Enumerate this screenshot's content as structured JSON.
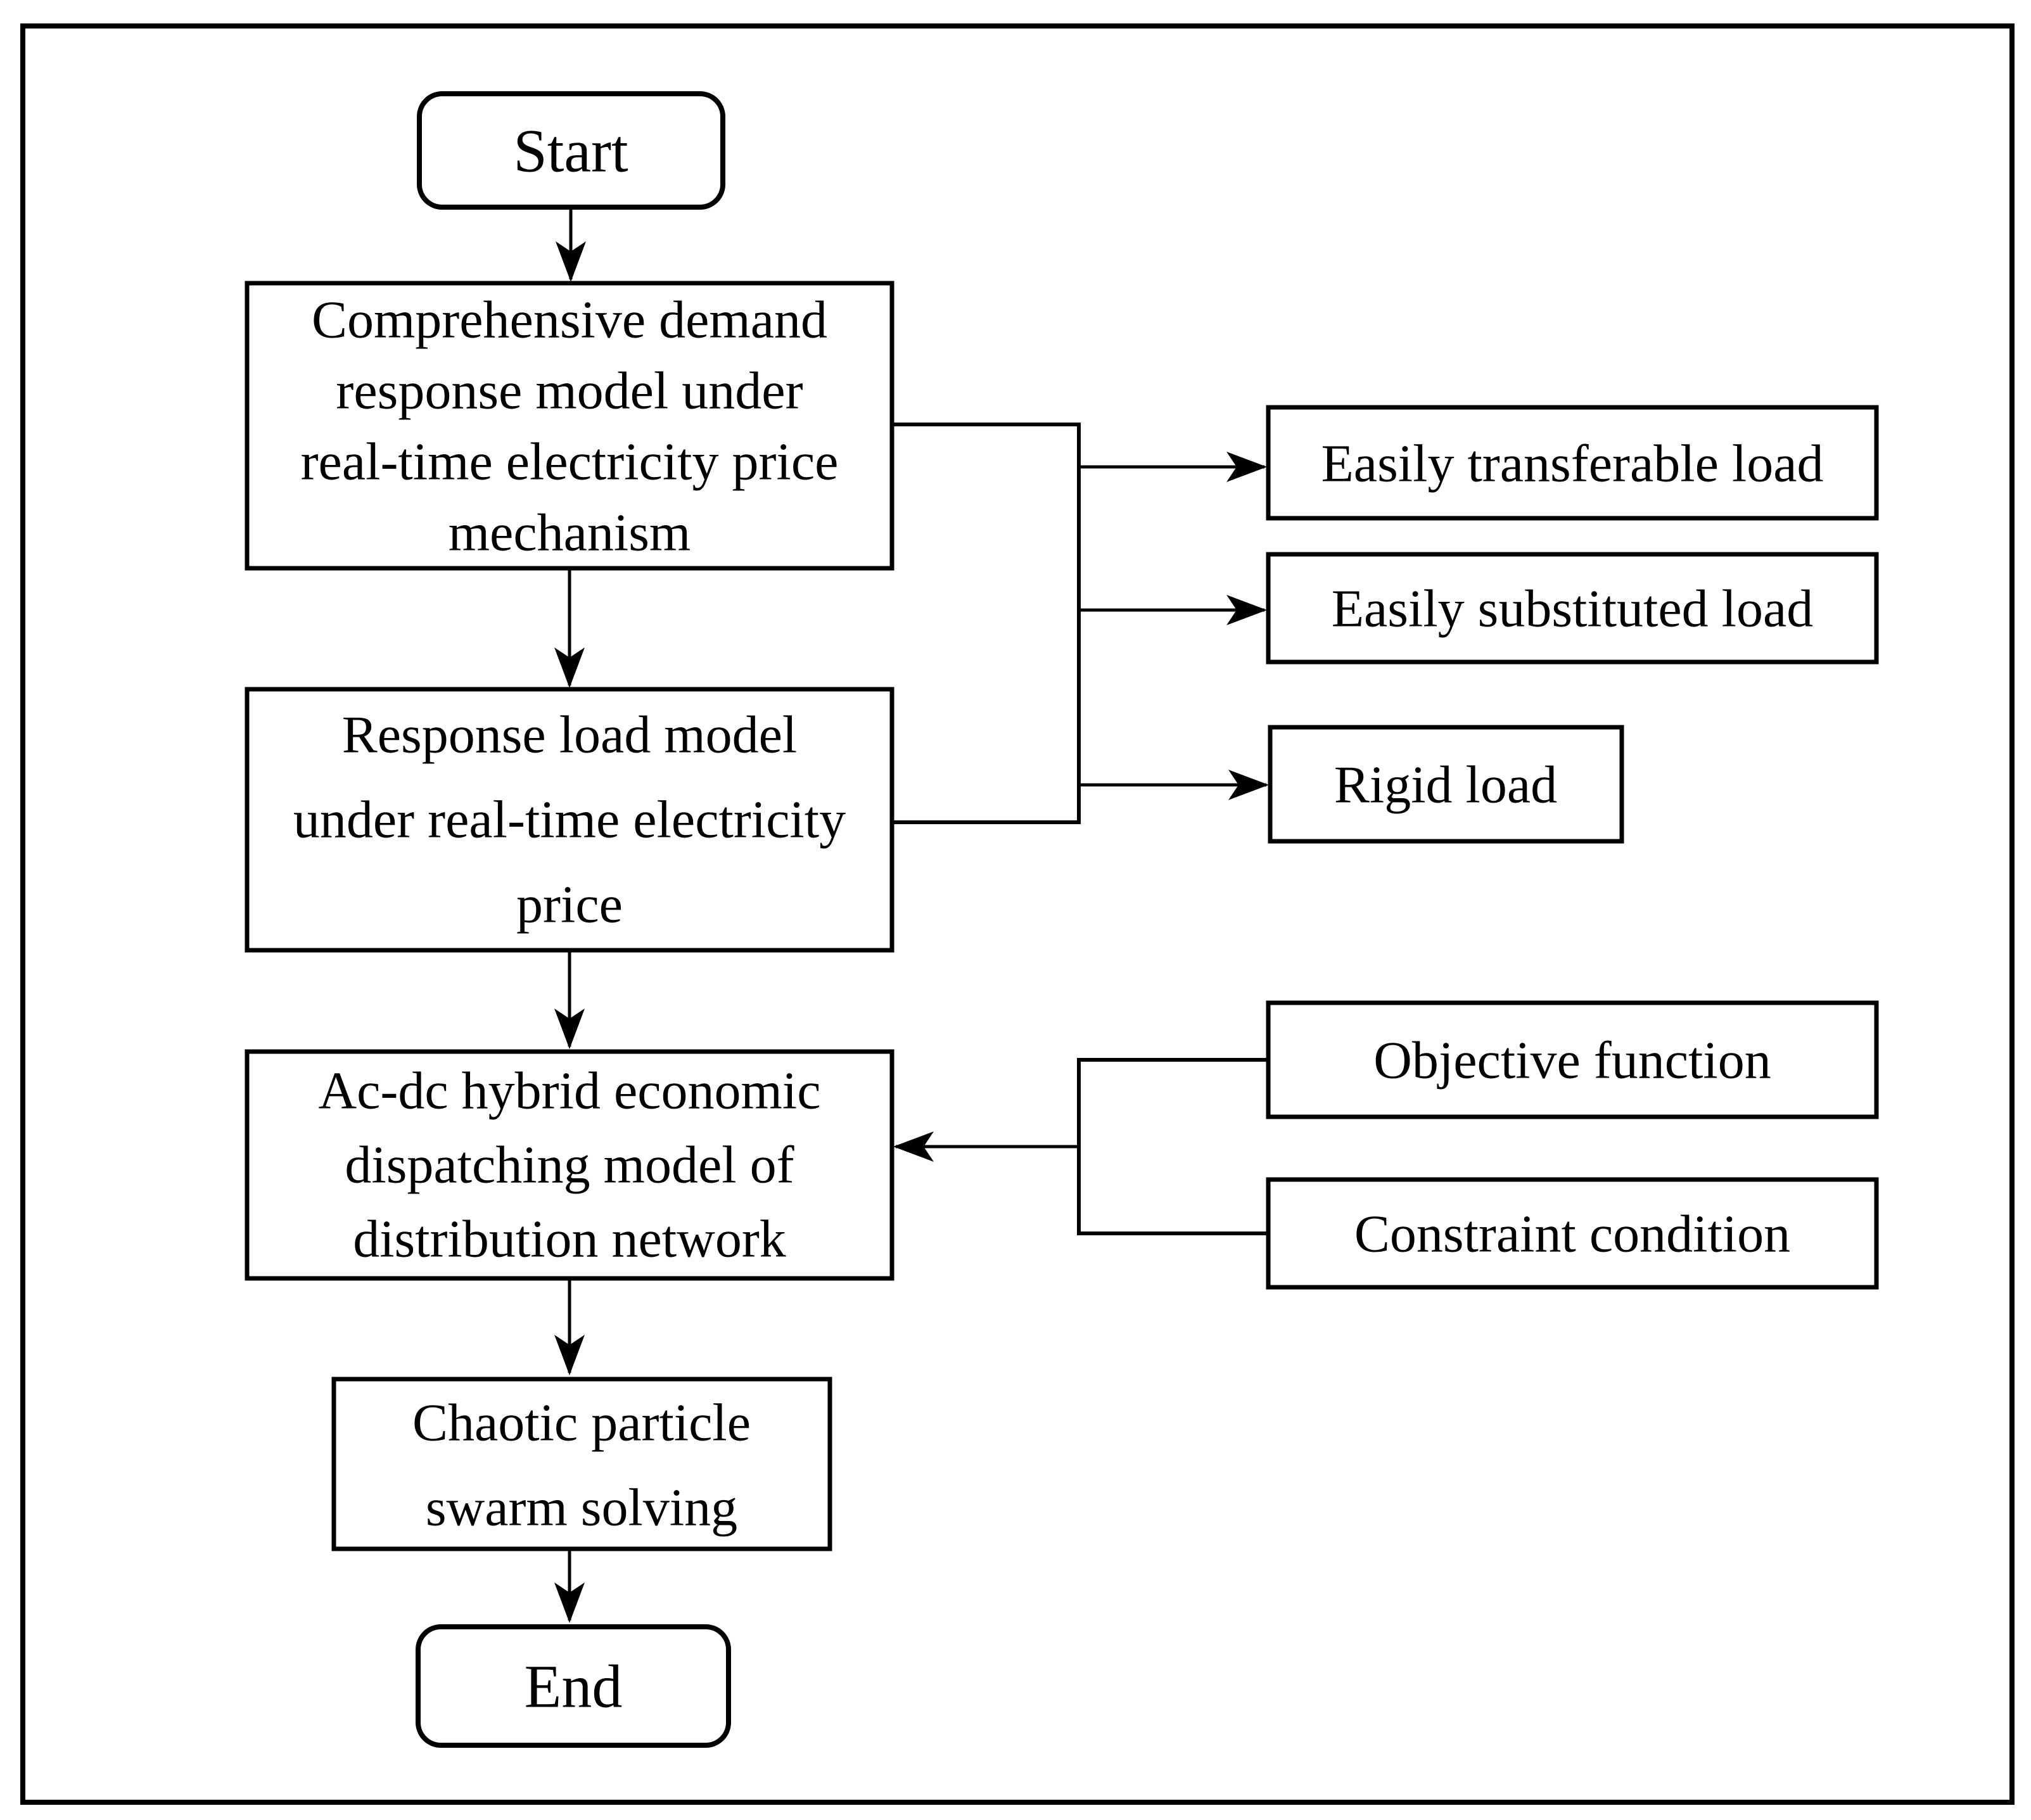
{
  "diagram": {
    "type": "flowchart",
    "colors": {
      "stroke": "#000000",
      "background": "#ffffff",
      "text": "#000000"
    },
    "nodes": {
      "start": {
        "label": "Start"
      },
      "comprehensive": {
        "lines": [
          "Comprehensive demand",
          "response model under",
          "real-time electricity price",
          "mechanism"
        ]
      },
      "response_load": {
        "lines": [
          "Response load model",
          "under real-time electricity",
          "price"
        ]
      },
      "acdc": {
        "lines": [
          "Ac-dc hybrid economic",
          "dispatching model of",
          "distribution network"
        ]
      },
      "chaotic": {
        "lines": [
          "Chaotic particle",
          "swarm solving"
        ]
      },
      "end": {
        "label": "End"
      },
      "transferable": {
        "label": "Easily transferable load"
      },
      "substituted": {
        "label": "Easily substituted load"
      },
      "rigid": {
        "label": "Rigid load"
      },
      "objective": {
        "label": "Objective function"
      },
      "constraint": {
        "label": "Constraint condition"
      }
    }
  }
}
